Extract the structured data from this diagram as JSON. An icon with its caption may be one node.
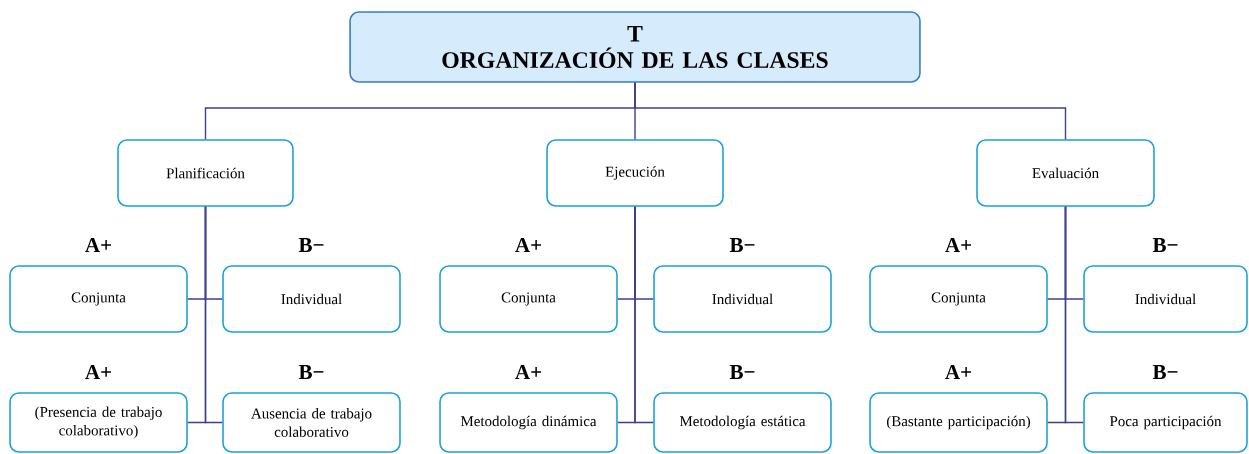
{
  "diagram": {
    "nodes": [
      {
        "text": [
          "T",
          "ORGANIZACIÓN DE LAS CLASES"
        ]
      },
      {
        "text": [
          "Planificación"
        ]
      },
      {
        "text": [
          "A+",
          "Conjunta"
        ]
      },
      {
        "text": [
          "B−",
          "Individual"
        ]
      },
      {
        "text": [
          "A+",
          "(Presencia de trabajo colaborativo)"
        ]
      },
      {
        "text": [
          "B−",
          "Ausencia de trabajo colaborativo"
        ]
      },
      {
        "text": [
          "Ejecución"
        ]
      },
      {
        "text": [
          "A+",
          "Conjunta"
        ]
      },
      {
        "text": [
          "B−",
          "Individual"
        ]
      },
      {
        "text": [
          "A+",
          "Metodología dinámica"
        ]
      },
      {
        "text": [
          "B−",
          "Metodología estática"
        ]
      },
      {
        "text": [
          "Evaluación"
        ]
      },
      {
        "text": [
          "A+",
          "Conjunta"
        ]
      },
      {
        "text": [
          "B−",
          "Individual"
        ]
      },
      {
        "text": [
          "A+",
          "(Bastante participación)"
        ]
      },
      {
        "text": [
          "B−",
          "Poca participación"
        ]
      }
    ],
    "edges": [
      {
        "from": 0,
        "to": 1,
        "arrow": "none"
      },
      {
        "from": 0,
        "to": 6,
        "arrow": "none"
      },
      {
        "from": 0,
        "to": 11,
        "arrow": "none"
      },
      {
        "from": 1,
        "to": 2,
        "arrow": "none"
      },
      {
        "from": 1,
        "to": 3,
        "arrow": "none"
      },
      {
        "from": 1,
        "to": 4,
        "arrow": "none"
      },
      {
        "from": 1,
        "to": 5,
        "arrow": "none"
      },
      {
        "from": 6,
        "to": 7,
        "arrow": "none"
      },
      {
        "from": 6,
        "to": 8,
        "arrow": "none"
      },
      {
        "from": 6,
        "to": 9,
        "arrow": "none"
      },
      {
        "from": 6,
        "to": 10,
        "arrow": "none"
      },
      {
        "from": 11,
        "to": 12,
        "arrow": "none"
      },
      {
        "from": 11,
        "to": 13,
        "arrow": "none"
      },
      {
        "from": 11,
        "to": 14,
        "arrow": "none"
      },
      {
        "from": 11,
        "to": 15,
        "arrow": "none"
      }
    ]
  }
}
